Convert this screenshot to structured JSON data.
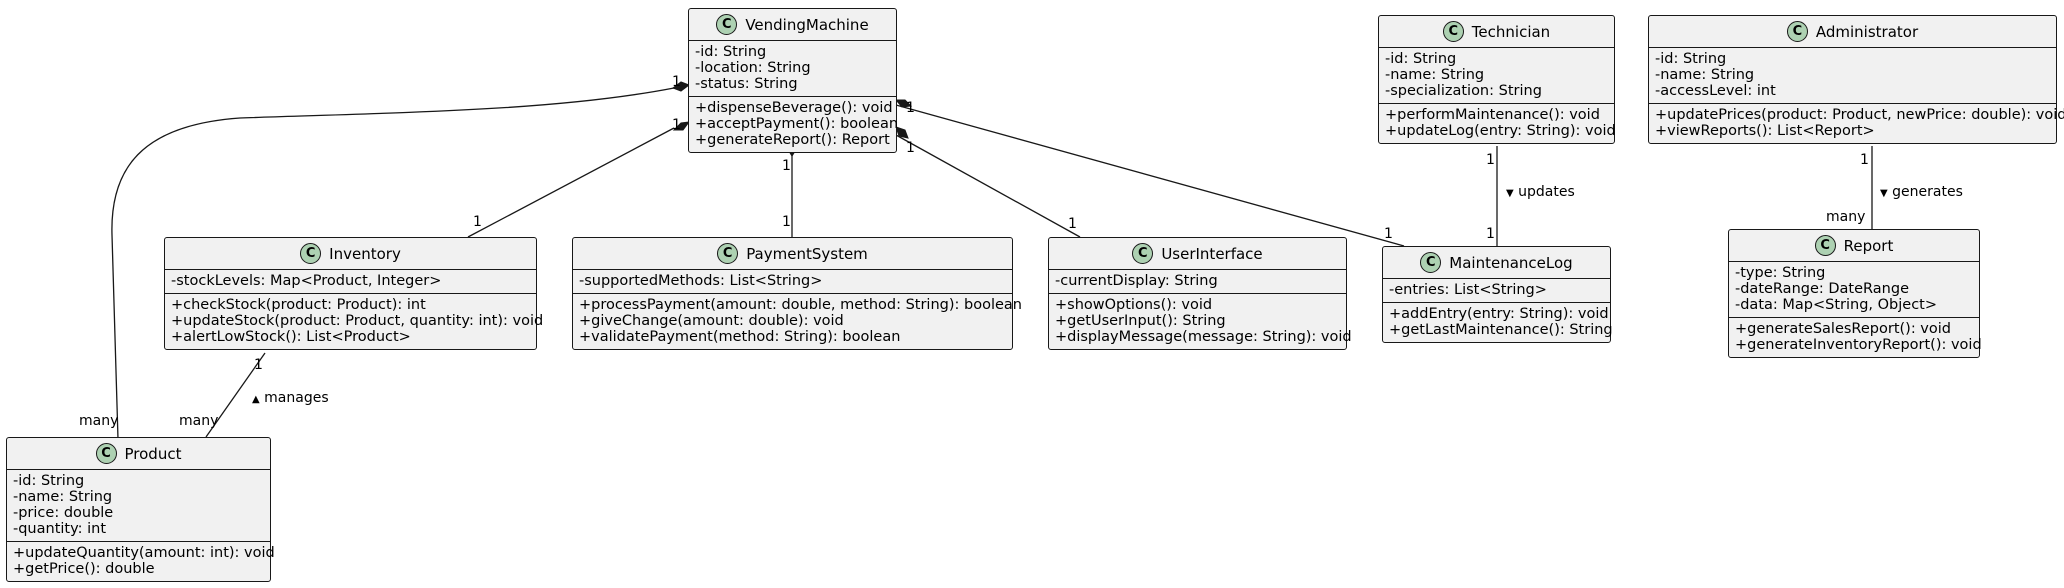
{
  "classes": {
    "vendingmachine": {
      "name": "VendingMachine",
      "stereotype": "C",
      "attributes": [
        "-id: String",
        "-location: String",
        "-status: String"
      ],
      "methods": [
        "+dispenseBeverage(): void",
        "+acceptPayment(): boolean",
        "+generateReport(): Report"
      ]
    },
    "technician": {
      "name": "Technician",
      "stereotype": "C",
      "attributes": [
        "-id: String",
        "-name: String",
        "-specialization: String"
      ],
      "methods": [
        "+performMaintenance(): void",
        "+updateLog(entry: String): void"
      ]
    },
    "administrator": {
      "name": "Administrator",
      "stereotype": "C",
      "attributes": [
        "-id: String",
        "-name: String",
        "-accessLevel: int"
      ],
      "methods": [
        "+updatePrices(product: Product, newPrice: double): void",
        "+viewReports(): List<Report>"
      ]
    },
    "inventory": {
      "name": "Inventory",
      "stereotype": "C",
      "attributes": [
        "-stockLevels: Map<Product, Integer>"
      ],
      "methods": [
        "+checkStock(product: Product): int",
        "+updateStock(product: Product, quantity: int): void",
        "+alertLowStock(): List<Product>"
      ]
    },
    "paymentsystem": {
      "name": "PaymentSystem",
      "stereotype": "C",
      "attributes": [
        "-supportedMethods: List<String>"
      ],
      "methods": [
        "+processPayment(amount: double, method: String): boolean",
        "+giveChange(amount: double): void",
        "+validatePayment(method: String): boolean"
      ]
    },
    "userinterface": {
      "name": "UserInterface",
      "stereotype": "C",
      "attributes": [
        "-currentDisplay: String"
      ],
      "methods": [
        "+showOptions(): void",
        "+getUserInput(): String",
        "+displayMessage(message: String): void"
      ]
    },
    "maintenancelog": {
      "name": "MaintenanceLog",
      "stereotype": "C",
      "attributes": [
        "-entries: List<String>"
      ],
      "methods": [
        "+addEntry(entry: String): void",
        "+getLastMaintenance(): String"
      ]
    },
    "report": {
      "name": "Report",
      "stereotype": "C",
      "attributes": [
        "-type: String",
        "-dateRange: DateRange",
        "-data: Map<String, Object>"
      ],
      "methods": [
        "+generateSalesReport(): void",
        "+generateInventoryReport(): void"
      ]
    },
    "product": {
      "name": "Product",
      "stereotype": "C",
      "attributes": [
        "-id: String",
        "-name: String",
        "-price: double",
        "-quantity: int"
      ],
      "methods": [
        "+updateQuantity(amount: int): void",
        "+getPrice(): double"
      ]
    }
  },
  "relations": [
    {
      "id": "vm-product",
      "from": "VendingMachine",
      "to": "Product",
      "kind": "composition",
      "from_mult": "1",
      "to_mult": "many"
    },
    {
      "id": "vm-inventory",
      "from": "VendingMachine",
      "to": "Inventory",
      "kind": "composition",
      "from_mult": "1",
      "to_mult": "1"
    },
    {
      "id": "vm-payment",
      "from": "VendingMachine",
      "to": "PaymentSystem",
      "kind": "composition",
      "from_mult": "1",
      "to_mult": "1"
    },
    {
      "id": "vm-ui",
      "from": "VendingMachine",
      "to": "UserInterface",
      "kind": "composition",
      "from_mult": "1",
      "to_mult": "1"
    },
    {
      "id": "vm-log",
      "from": "VendingMachine",
      "to": "MaintenanceLog",
      "kind": "composition",
      "from_mult": "1",
      "to_mult": "1"
    },
    {
      "id": "tech-log",
      "from": "Technician",
      "to": "MaintenanceLog",
      "kind": "association",
      "from_mult": "1",
      "to_mult": "1",
      "label": "updates",
      "arrow": "▼"
    },
    {
      "id": "admin-report",
      "from": "Administrator",
      "to": "Report",
      "kind": "association",
      "from_mult": "1",
      "to_mult": "many",
      "label": "generates",
      "arrow": "▼"
    },
    {
      "id": "inv-product",
      "from": "Inventory",
      "to": "Product",
      "kind": "association",
      "from_mult": "1",
      "to_mult": "many",
      "label": "manages",
      "arrow": "▲"
    }
  ]
}
